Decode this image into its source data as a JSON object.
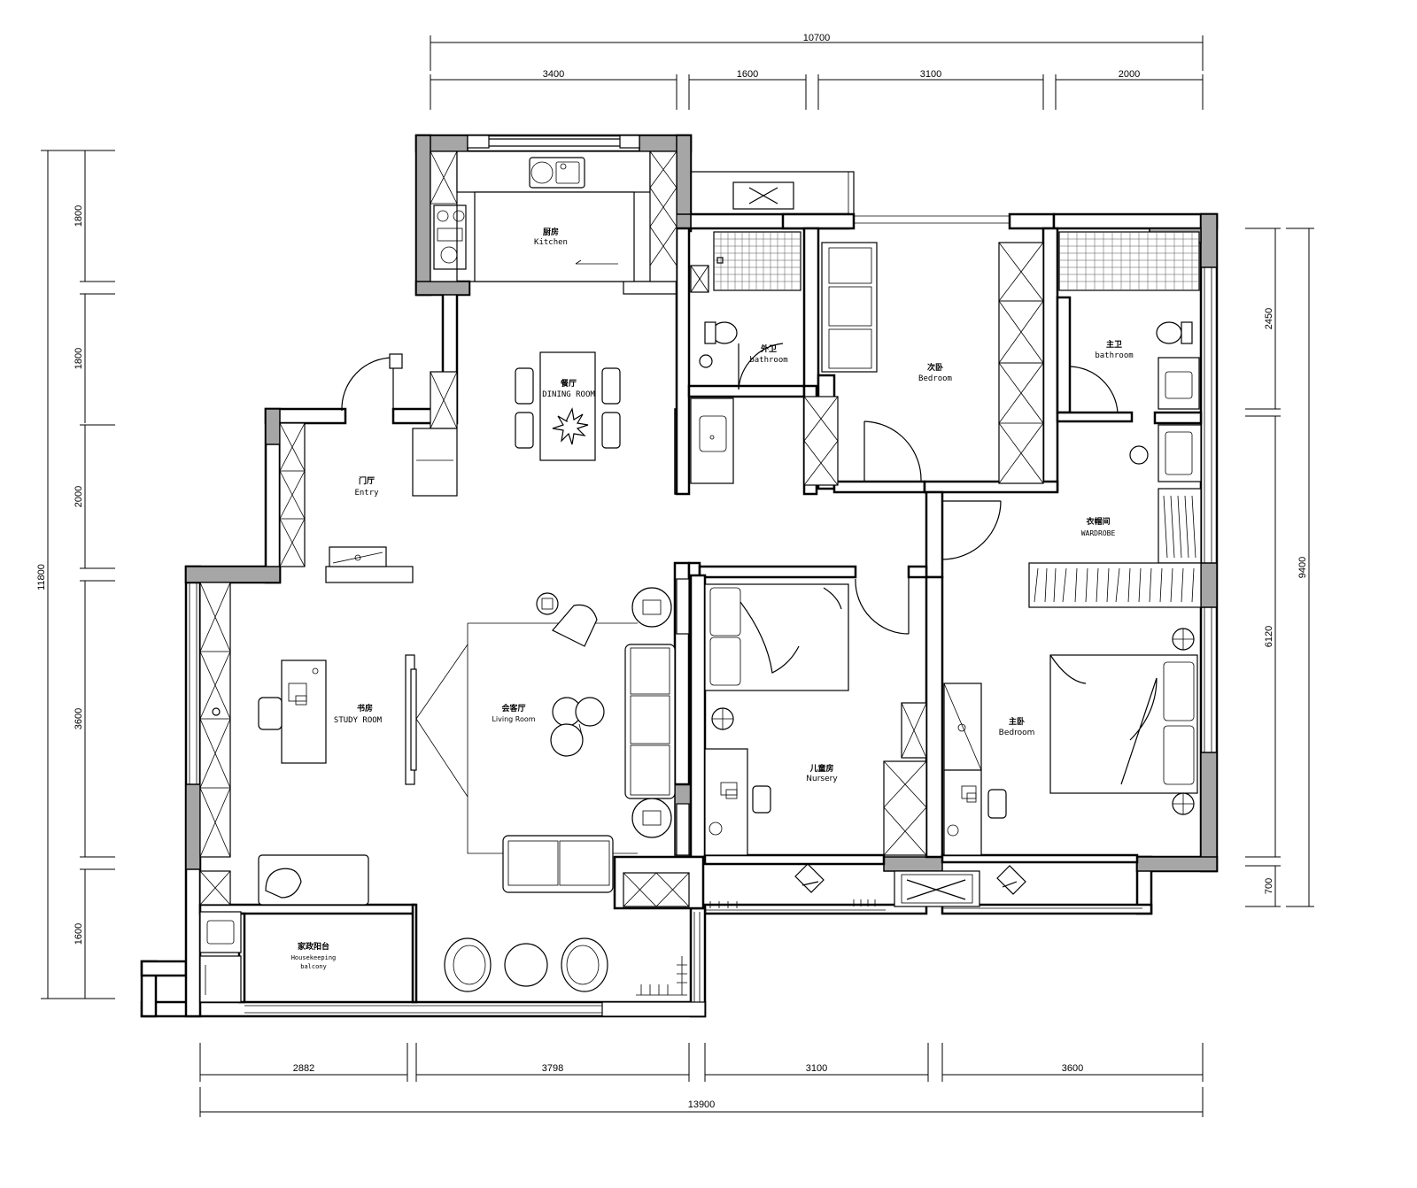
{
  "dimensions": {
    "top_total": "10700",
    "top": [
      "3400",
      "1600",
      "3100",
      "2000"
    ],
    "bottom": [
      "2882",
      "3798",
      "3100",
      "3600"
    ],
    "bottom_total": "13900",
    "left": [
      "1800",
      "1800",
      "2000",
      "3600",
      "1600"
    ],
    "left_total": "11800",
    "right": [
      "2450",
      "6120",
      "700"
    ],
    "right_total": "9400"
  },
  "rooms": {
    "kitchen": {
      "cn": "厨房",
      "en": "Kitchen"
    },
    "dining": {
      "cn": "餐厅",
      "en": "DINING ROOM"
    },
    "entry": {
      "cn": "门厅",
      "en": "Entry"
    },
    "bath_guest": {
      "cn": "外卫",
      "en": "bathroom"
    },
    "bedroom2": {
      "cn": "次卧",
      "en": "Bedroom"
    },
    "bath_master": {
      "cn": "主卫",
      "en": "bathroom"
    },
    "wardrobe": {
      "cn": "衣帽间",
      "en": "WARDROBE"
    },
    "study": {
      "cn": "书房",
      "en": "STUDY ROOM"
    },
    "living": {
      "cn": "会客厅",
      "en": "Living Room"
    },
    "nursery": {
      "cn": "儿童房",
      "en": "Nursery"
    },
    "master": {
      "cn": "主卧",
      "en": "Bedroom"
    },
    "balcony": {
      "cn": "家政阳台",
      "en": "Housekeeping",
      "en2": "balcony"
    }
  }
}
